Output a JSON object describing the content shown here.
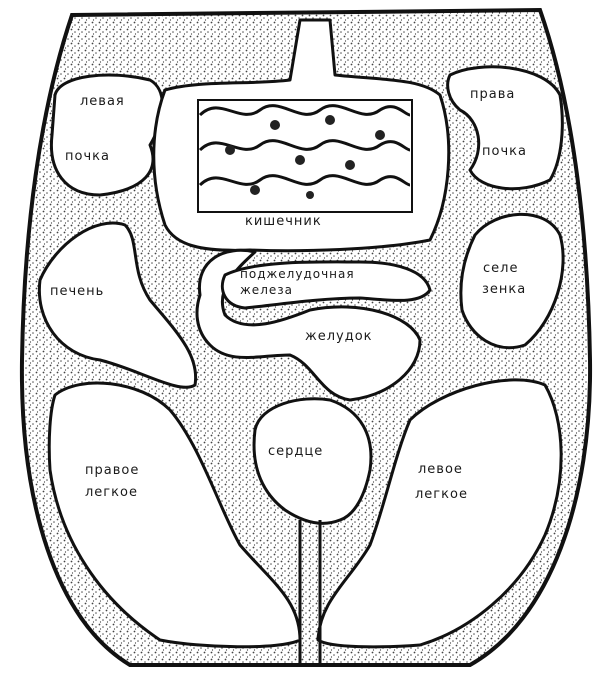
{
  "diagram": {
    "colors": {
      "ink": "#111111",
      "paper": "#ffffff",
      "speckle": "#555555"
    },
    "labels": {
      "left_kidney_top": "левая",
      "left_kidney_bottom": "почка",
      "right_kidney_top": "права",
      "right_kidney_bottom": "почка",
      "intestine": "кишечник",
      "pancreas_top": "поджелудочная",
      "pancreas_bottom": "железа",
      "stomach": "желудок",
      "liver": "печень",
      "spleen_top": "селе",
      "spleen_bottom": "зенка",
      "right_lung_top": "правое",
      "right_lung_bottom": "легкое",
      "left_lung_top": "левое",
      "left_lung_bottom": "легкое",
      "heart": "сердце"
    }
  }
}
